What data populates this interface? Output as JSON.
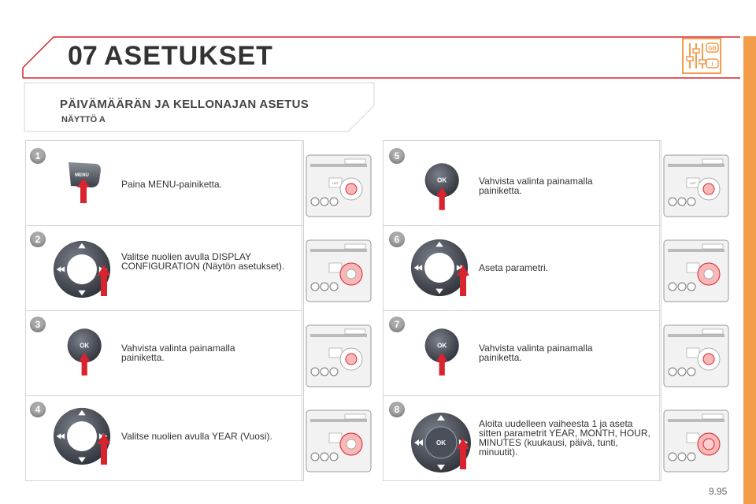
{
  "header": {
    "chapter": "07",
    "title": "ASETUKSET",
    "logo_badge_top": "GB",
    "logo_badge_bottom": "I"
  },
  "section": {
    "title": "PÄIVÄMÄÄRÄN JA KELLONAJAN ASETUS",
    "subtitle": "NÄYTTÖ A"
  },
  "steps": [
    {
      "number": "1",
      "control": "menu",
      "button_label": "MENU",
      "text": "Paina MENU-painiketta."
    },
    {
      "number": "2",
      "control": "arrows",
      "text": "Valitse nuolien avulla DISPLAY CONFIGURATION (Näytön asetukset)."
    },
    {
      "number": "3",
      "control": "ok",
      "button_label": "OK",
      "text": "Vahvista valinta painamalla painiketta."
    },
    {
      "number": "4",
      "control": "arrows",
      "text": "Valitse nuolien avulla YEAR (Vuosi)."
    },
    {
      "number": "5",
      "control": "ok",
      "button_label": "OK",
      "text": "Vahvista valinta painamalla painiketta."
    },
    {
      "number": "6",
      "control": "arrows",
      "text": "Aseta parametri."
    },
    {
      "number": "7",
      "control": "ok",
      "button_label": "OK",
      "text": "Vahvista valinta painamalla painiketta."
    },
    {
      "number": "8",
      "control": "arrows-ok",
      "button_label": "OK",
      "text": "Aloita uudelleen vaiheesta 1 ja aseta sitten parametrit YEAR, MONTH, HOUR, MINUTES (kuukausi, päivä, tunti, minuutit)."
    }
  ],
  "radio_labels": {
    "line1": "LIST",
    "line2": "LIST"
  },
  "page_number": "9.95",
  "colors": {
    "accent_red": "#d9232e",
    "orange": "#f39c4a",
    "gray_badge": "#a9a9a9"
  }
}
